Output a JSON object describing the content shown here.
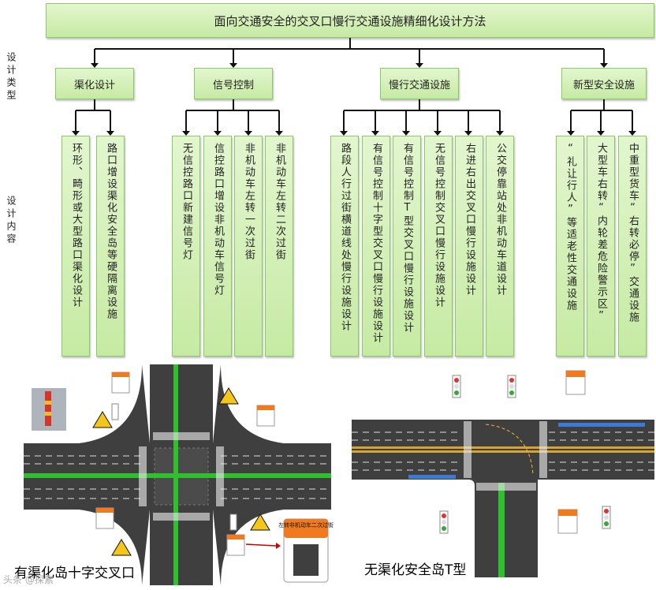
{
  "title": "面向交通安全的交叉口慢行交通设施精细化设计方法",
  "side_labels": {
    "type": "设计类型",
    "content": "设计内容"
  },
  "categories": [
    "渠化设计",
    "信号控制",
    "慢行交通设施",
    "新型安全设施"
  ],
  "leaves": [
    "环形、畸形或大型路口渠化设计",
    "路口增设渠化安全岛等硬隔离设施",
    "无信控路口新建信号灯",
    "信控路口增设非机动车信号灯",
    "非机动车左转一次过街",
    "非机动车左转二次过街",
    "路段人行过街横道线处慢行设施设计",
    "有信号控制十字型交叉口慢行设施设计",
    "有信号控制T型交叉口慢行设施设计",
    "无信号控制交叉口慢行设施设计",
    "右进右出交叉口慢行设施设计",
    "公交停靠站处非机动车道设计",
    "“礼让行人”等适老性交通设施",
    "大型车右转“内轮差危险警示区”",
    "中重型货车“右转必停”交通设施"
  ],
  "sign_text": "左转非机动车二次过街",
  "captions": {
    "left": "有渠化岛十字交叉口",
    "right": "无渠化安全岛T型"
  },
  "watermark": "头条 @探索",
  "colors": {
    "box_fill": "#c6eaa3",
    "box_border": "#8bc866",
    "road": "#3f3f3f",
    "bike_lane": "#2fbf2f"
  }
}
